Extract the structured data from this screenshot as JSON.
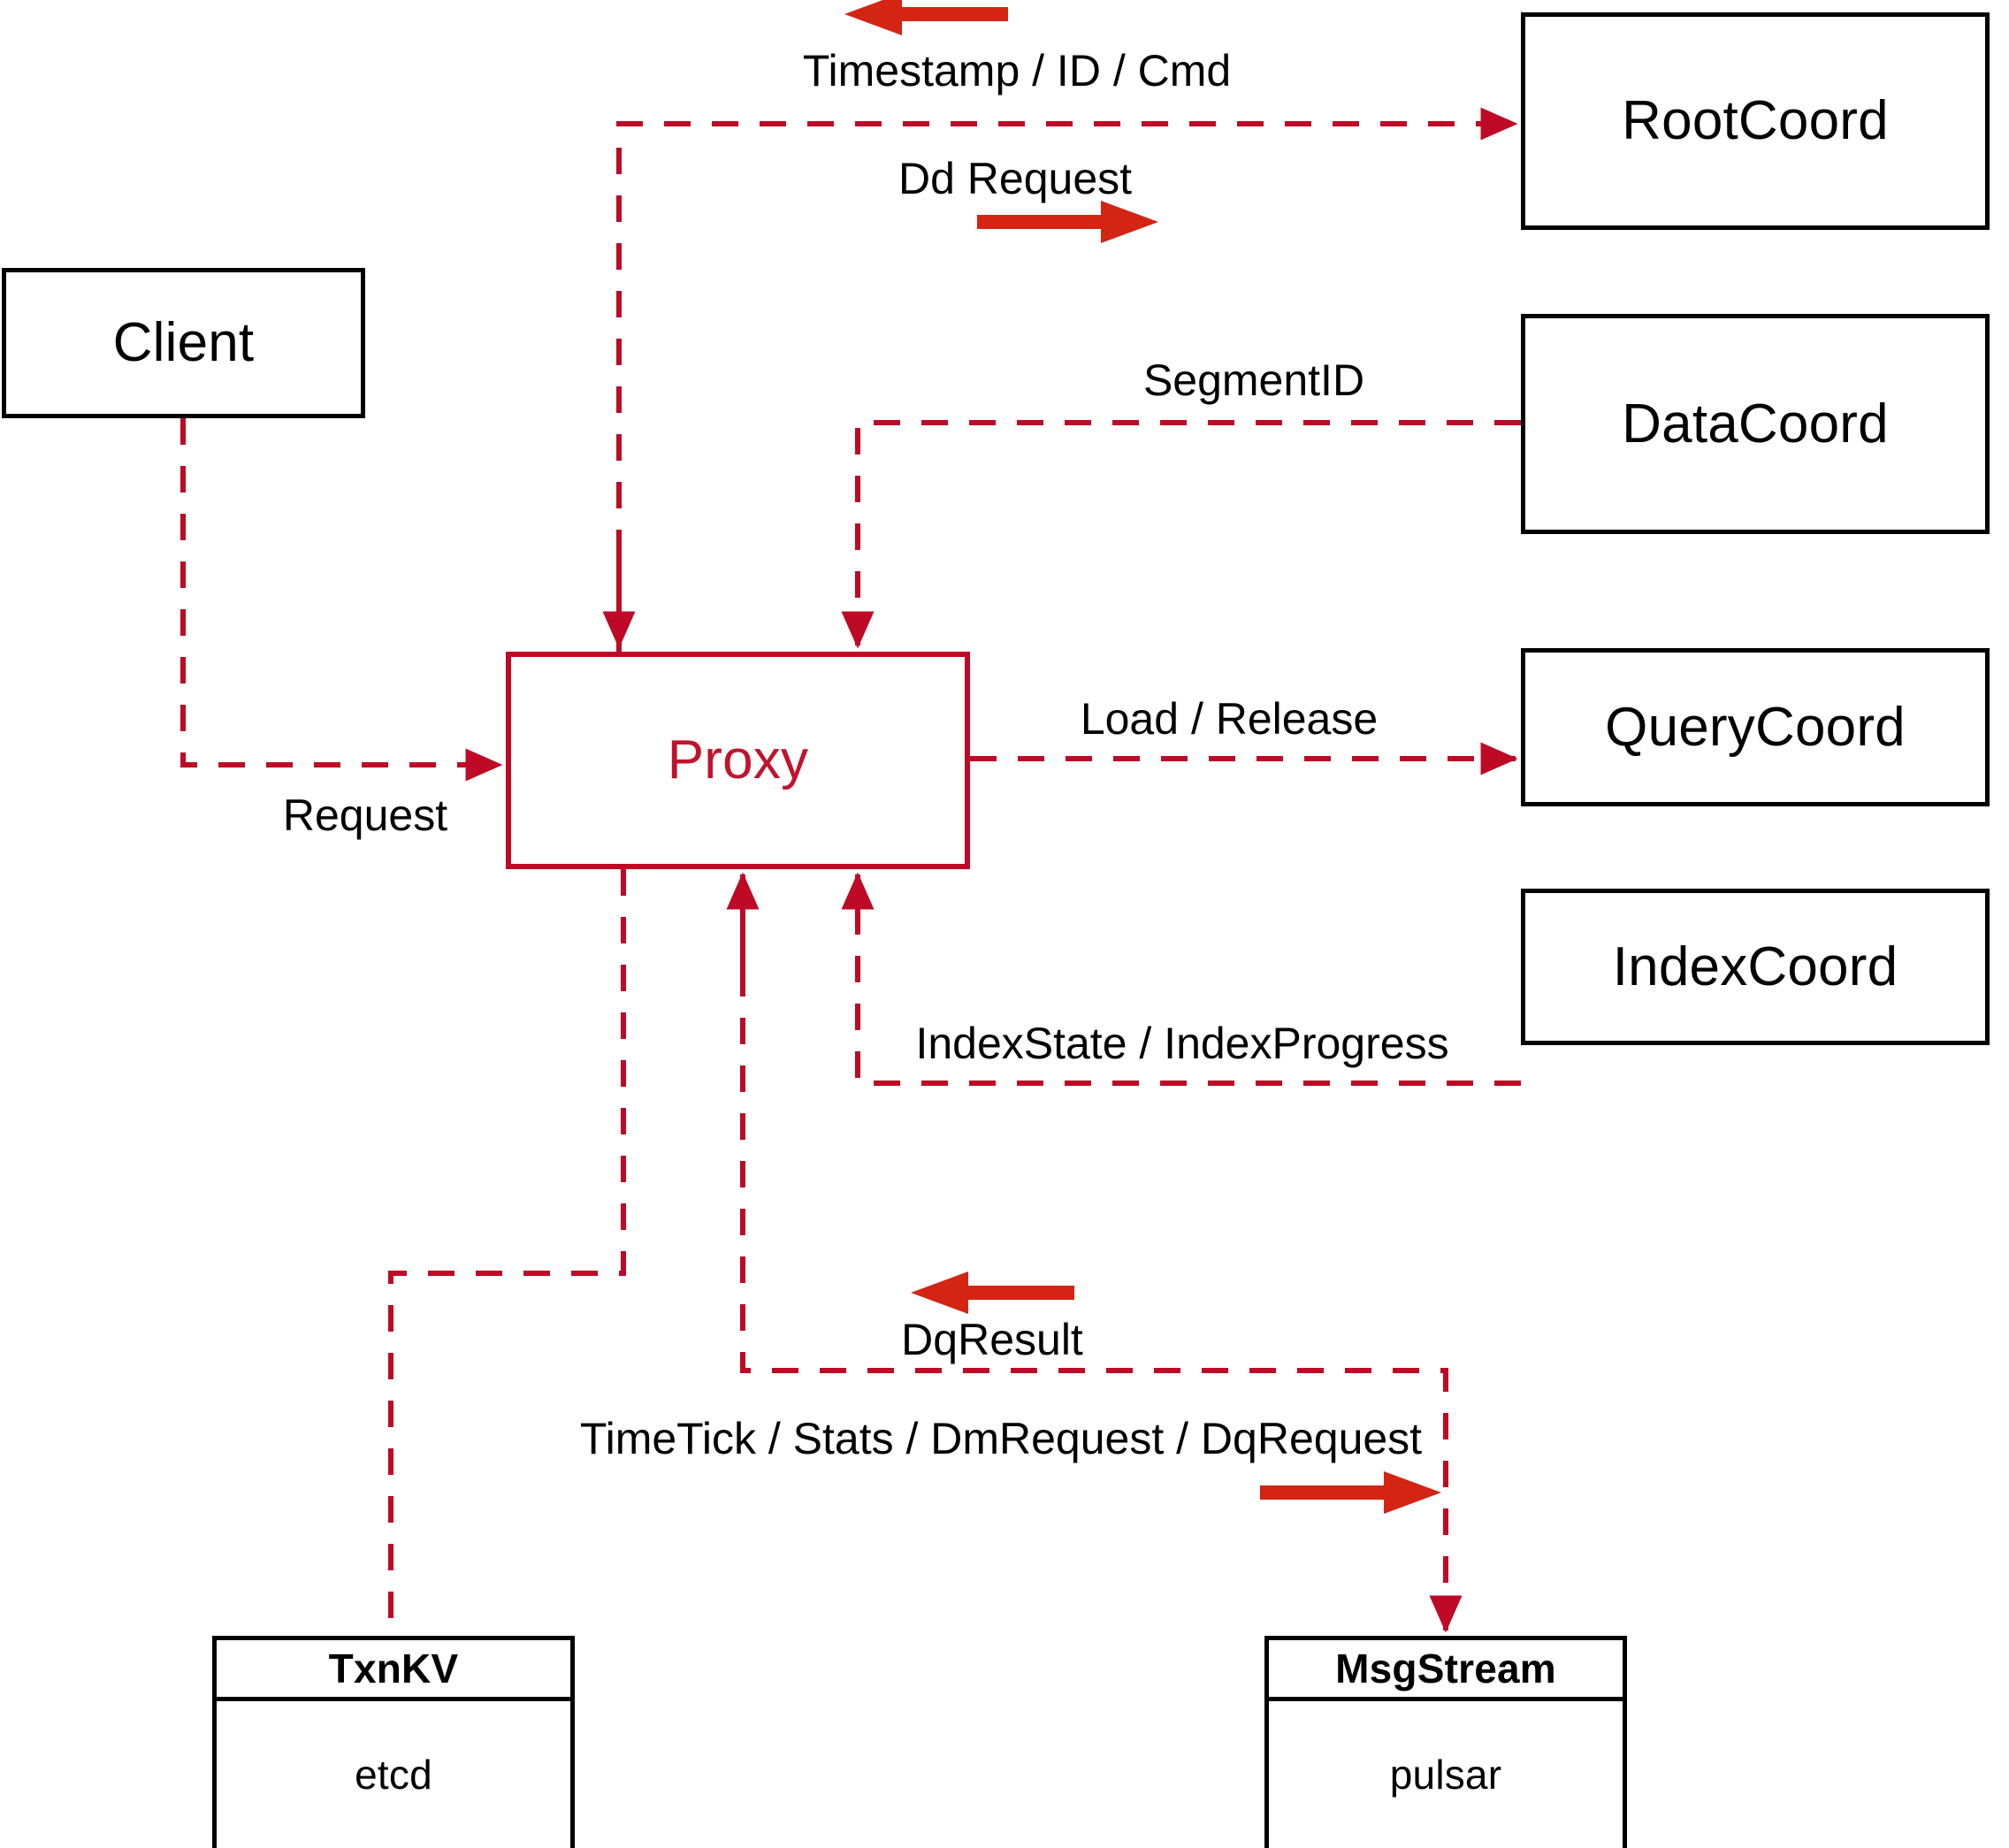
{
  "diagram": {
    "title": "Milvus Proxy interaction diagram",
    "colors": {
      "accent": "#C3122C",
      "edge": "#BE0A26",
      "arrow_glyph": "#D32414",
      "node_border": "#000000",
      "background": "#FFFFFF"
    },
    "nodes": [
      {
        "id": "client",
        "label": "Client",
        "style": "black"
      },
      {
        "id": "proxy",
        "label": "Proxy",
        "style": "accent"
      },
      {
        "id": "rootcoord",
        "label": "RootCoord",
        "style": "black"
      },
      {
        "id": "datacoord",
        "label": "DataCoord",
        "style": "black"
      },
      {
        "id": "querycoord",
        "label": "QueryCoord",
        "style": "black"
      },
      {
        "id": "indexcoord",
        "label": "IndexCoord",
        "style": "black"
      }
    ],
    "stacked_nodes": [
      {
        "id": "txnkv",
        "header": "TxnKV",
        "body": "etcd"
      },
      {
        "id": "msgstream",
        "header": "MsgStream",
        "body": "pulsar"
      }
    ],
    "edge_labels": [
      {
        "id": "timestamp-id-cmd",
        "text": "Timestamp / ID / Cmd"
      },
      {
        "id": "dd-request",
        "text": "Dd Request"
      },
      {
        "id": "segmentid",
        "text": "SegmentID"
      },
      {
        "id": "load-release",
        "text": "Load / Release"
      },
      {
        "id": "request",
        "text": "Request"
      },
      {
        "id": "indexstate-progress",
        "text": "IndexState / IndexProgress"
      },
      {
        "id": "dqresult",
        "text": "DqResult"
      },
      {
        "id": "timetick-stats",
        "text": "TimeTick / Stats / DmRequest / DqRequest"
      }
    ]
  }
}
